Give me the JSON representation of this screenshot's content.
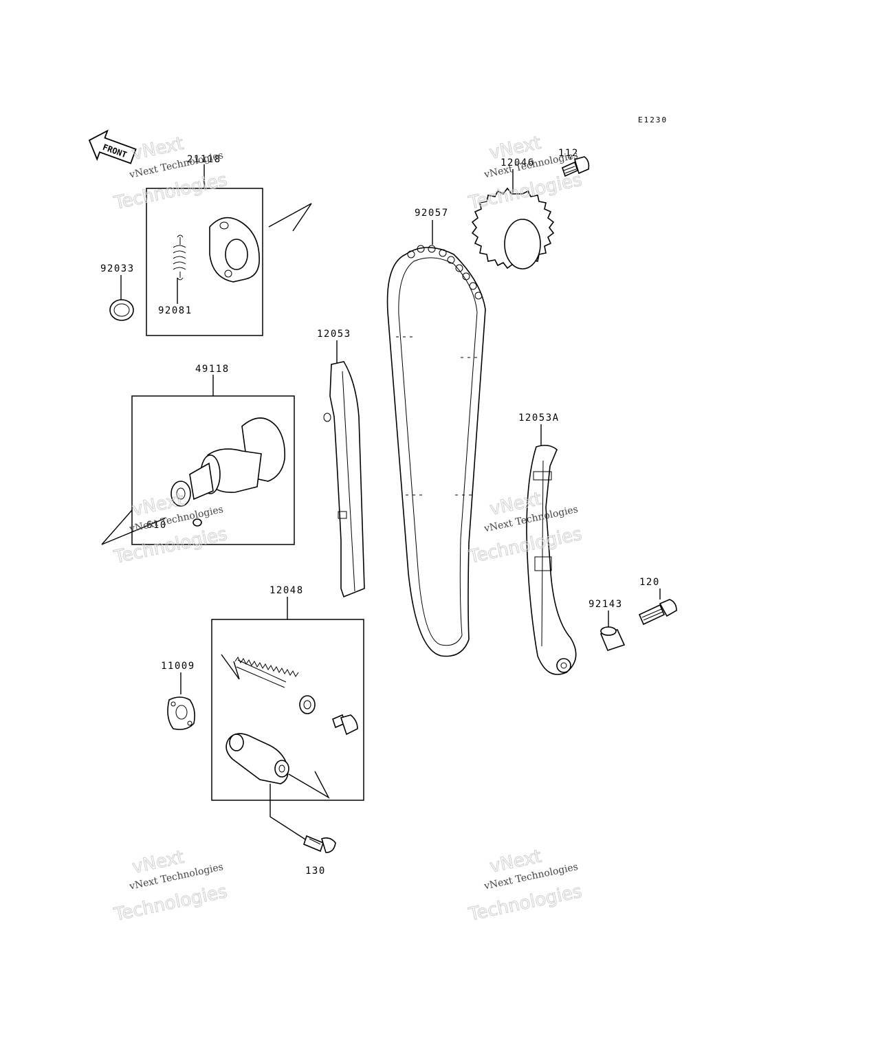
{
  "diagram_code": "E1230",
  "front_label": "FRONT",
  "parts": {
    "p21118": "21118",
    "p92033": "92033",
    "p92081": "92081",
    "p49118": "49118",
    "p610": "610",
    "p12053": "12053",
    "p92057": "92057",
    "p12046": "12046",
    "p112": "112",
    "p12053A": "12053A",
    "p92143": "92143",
    "p120": "120",
    "p12048": "12048",
    "p11009": "11009",
    "p130": "130"
  },
  "watermark": {
    "line1": "vNext Technologies",
    "line2": "vNext",
    "line3": "Technologies"
  }
}
